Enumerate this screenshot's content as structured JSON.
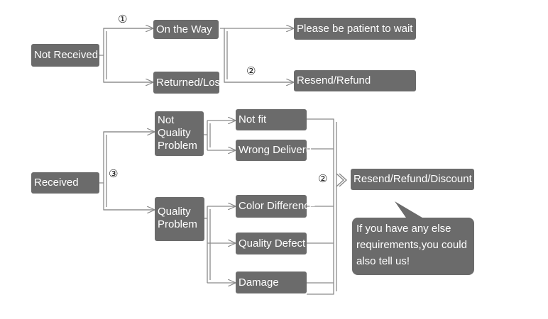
{
  "nodes": {
    "not_received": "Not Received",
    "on_the_way": "On the Way",
    "please_wait": "Please be patient to wait",
    "returned_lost": "Returned/Lost",
    "resend_refund": "Resend/Refund",
    "received": "Received",
    "not_quality_problem": "Not\nQuality\nProblem",
    "quality_problem": "Quality\nProblem",
    "not_fit": "Not fit",
    "wrong_delivery": "Wrong Deliveru",
    "color_difference": "Color Difference",
    "quality_defect": "Quality Defect",
    "damage": "Damage",
    "resend_refund_discount": "Resend/Refund/Discount"
  },
  "markers": {
    "m1": "①",
    "m2_top": "②",
    "m2_bottom": "②",
    "m3": "③"
  },
  "callout": {
    "text": "If you have any else\nrequirements,you could\nalso tell us!"
  },
  "colors": {
    "box_fill": "#6b6b6b",
    "box_text": "#ffffff",
    "line": "#8a8a8a"
  }
}
